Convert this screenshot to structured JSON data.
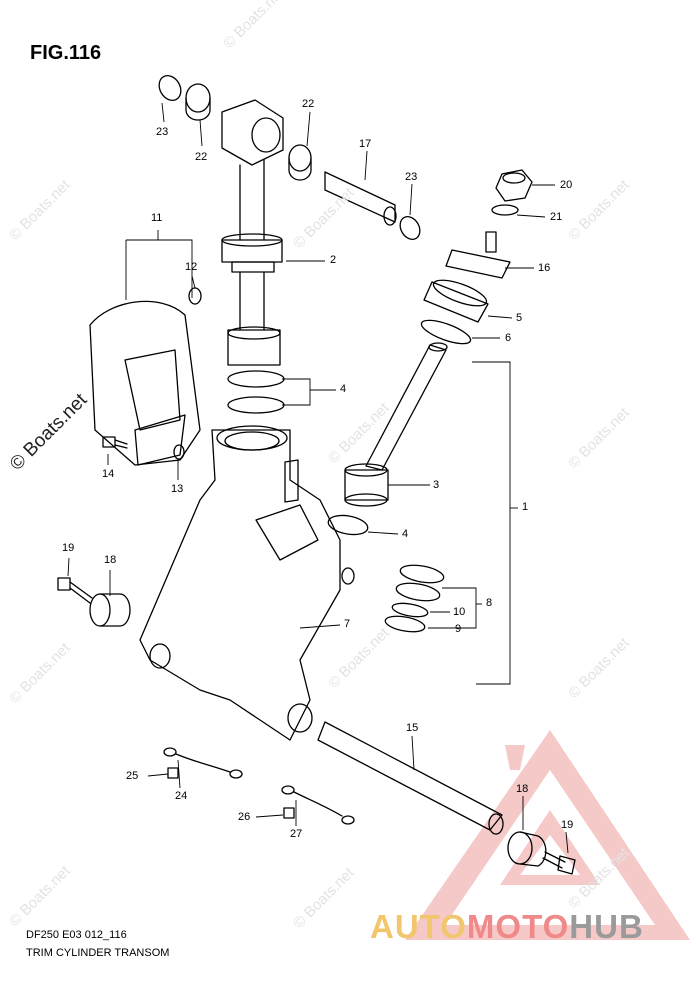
{
  "figure": {
    "title": "FIG.116"
  },
  "callouts": {
    "c1": "1",
    "c2": "2",
    "c3": "3",
    "c4a": "4",
    "c4b": "4",
    "c5": "5",
    "c6": "6",
    "c7": "7",
    "c8": "8",
    "c9": "9",
    "c10": "10",
    "c11": "11",
    "c12": "12",
    "c13": "13",
    "c14": "14",
    "c15": "15",
    "c16": "16",
    "c17": "17",
    "c18a": "18",
    "c18b": "18",
    "c19a": "19",
    "c19b": "19",
    "c20": "20",
    "c21": "21",
    "c22a": "22",
    "c22b": "22",
    "c23a": "23",
    "c23b": "23",
    "c24": "24",
    "c25": "25",
    "c26": "26",
    "c27": "27"
  },
  "watermark": {
    "text": "© Boats.net"
  },
  "footer": {
    "model_code": "DF250 E03 012_116",
    "caption": "TRIM CYLINDER TRANSOM"
  },
  "brand": {
    "part1": "AUTO",
    "part2": "MOTO",
    "part3": "HUB"
  },
  "colors": {
    "line": "#000000",
    "brand_red": "#e04040",
    "brand_yellow": "#f2c66d",
    "brand_gray": "#9a9a9a"
  },
  "icons": {
    "brand_logo": "warning-triangle-logo"
  }
}
